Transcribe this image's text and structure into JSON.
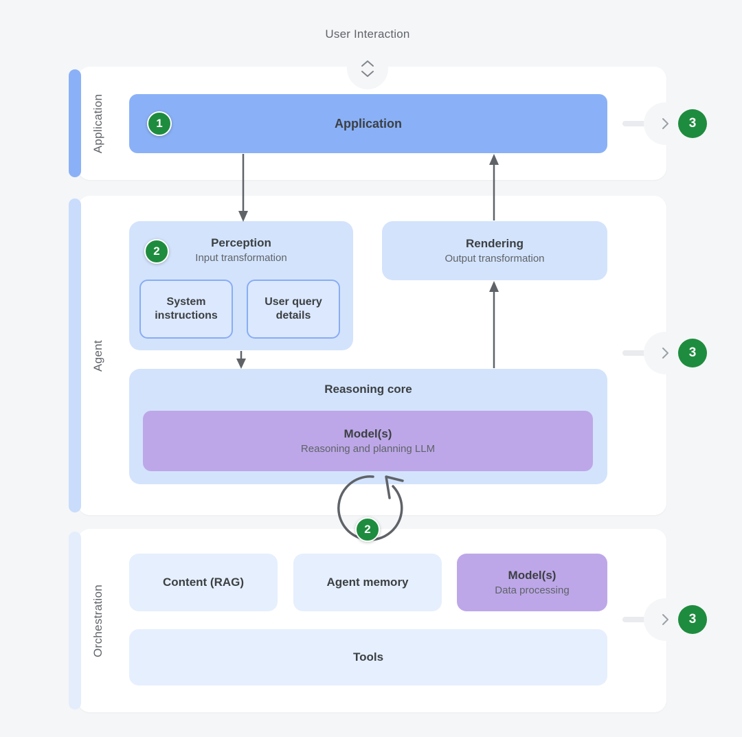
{
  "header": {
    "title": "User Interaction"
  },
  "bands": [
    {
      "label": "Application"
    },
    {
      "label": "Agent"
    },
    {
      "label": "Orchestration"
    }
  ],
  "nodes": {
    "application": {
      "badge": "1",
      "title": "Application"
    },
    "perception": {
      "badge": "2",
      "title": "Perception",
      "subtitle": "Input transformation",
      "children": [
        {
          "title": "System instructions"
        },
        {
          "title": "User query details"
        }
      ]
    },
    "rendering": {
      "title": "Rendering",
      "subtitle": "Output transformation"
    },
    "reasoning_core": {
      "title": "Reasoning core",
      "model": {
        "title": "Model(s)",
        "subtitle": "Reasoning and planning LLM"
      }
    },
    "content_rag": {
      "title": "Content (RAG)"
    },
    "agent_memory": {
      "title": "Agent memory"
    },
    "model_data": {
      "title": "Model(s)",
      "subtitle": "Data processing"
    },
    "tools": {
      "title": "Tools"
    }
  },
  "loop": {
    "badge": "2"
  },
  "connectors": {
    "badge": "3"
  },
  "colors": {
    "page_background": "#F5F6F8",
    "band_white": "#FFFFFF",
    "application_blue": "#8AB1F7",
    "agent_stripe_blue": "#C9DCFB",
    "orchestration_stripe_blue": "#E4EDFC",
    "agent_box_blue": "#D3E3FC",
    "orchestration_box_blue": "#E6EFFD",
    "model_purple": "#BDA7E8",
    "step_green": "#1E8C3E",
    "arrow_gray": "#5F6368",
    "text_dark": "#3C4043",
    "text_gray": "#5F6368"
  }
}
